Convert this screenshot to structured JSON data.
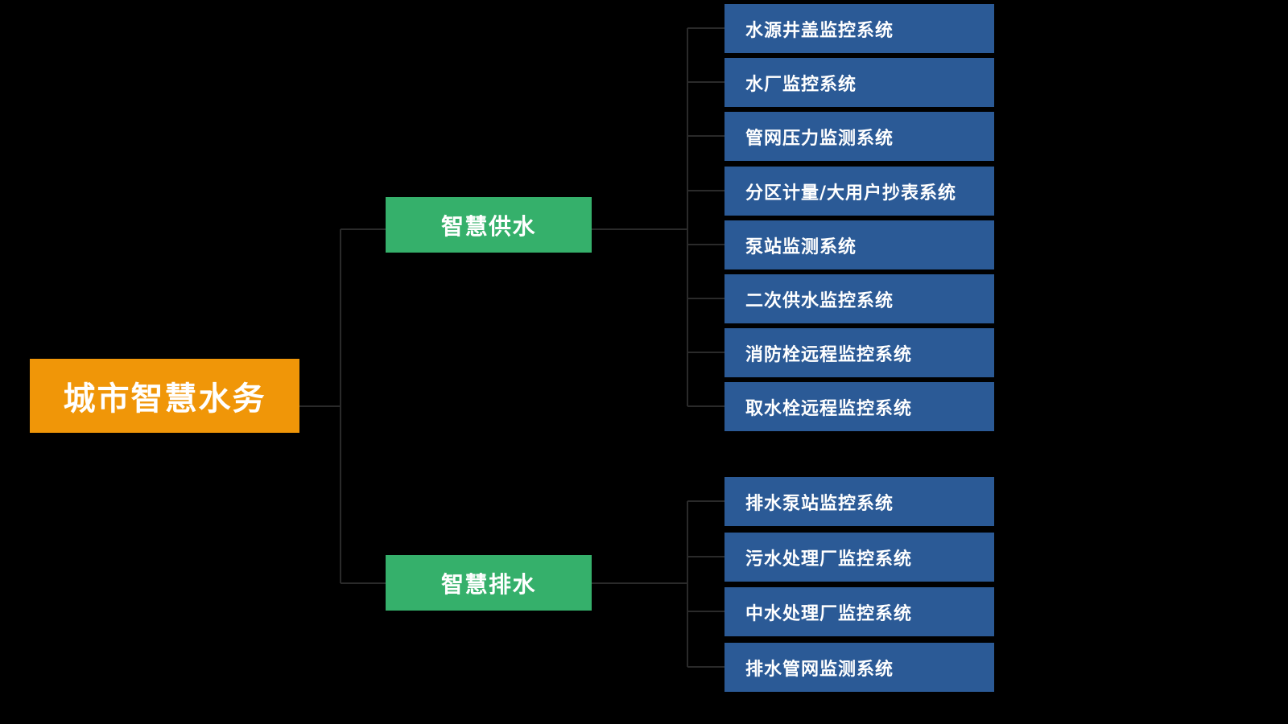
{
  "diagram": {
    "title": "城市智慧水务",
    "type": "mind-map",
    "background_color": "#000000",
    "line_color": "#2a2a2a",
    "root": {
      "label": "城市智慧水务",
      "color": "#f09608"
    },
    "branches": [
      {
        "id": "supply",
        "label": "智慧供水",
        "color": "#35b06b",
        "leaf_color": "#2b5a96",
        "leaves": [
          {
            "label": "水源井盖监控系统"
          },
          {
            "label": "水厂监控系统"
          },
          {
            "label": "管网压力监测系统"
          },
          {
            "label": "分区计量/大用户抄表系统"
          },
          {
            "label": "泵站监测系统"
          },
          {
            "label": "二次供水监控系统"
          },
          {
            "label": "消防栓远程监控系统"
          },
          {
            "label": "取水栓远程监控系统"
          }
        ]
      },
      {
        "id": "drain",
        "label": "智慧排水",
        "color": "#35b06b",
        "leaf_color": "#2b5a96",
        "leaves": [
          {
            "label": "排水泵站监控系统"
          },
          {
            "label": "污水处理厂监控系统"
          },
          {
            "label": "中水处理厂监控系统"
          },
          {
            "label": "排水管网监测系统"
          }
        ]
      }
    ]
  }
}
